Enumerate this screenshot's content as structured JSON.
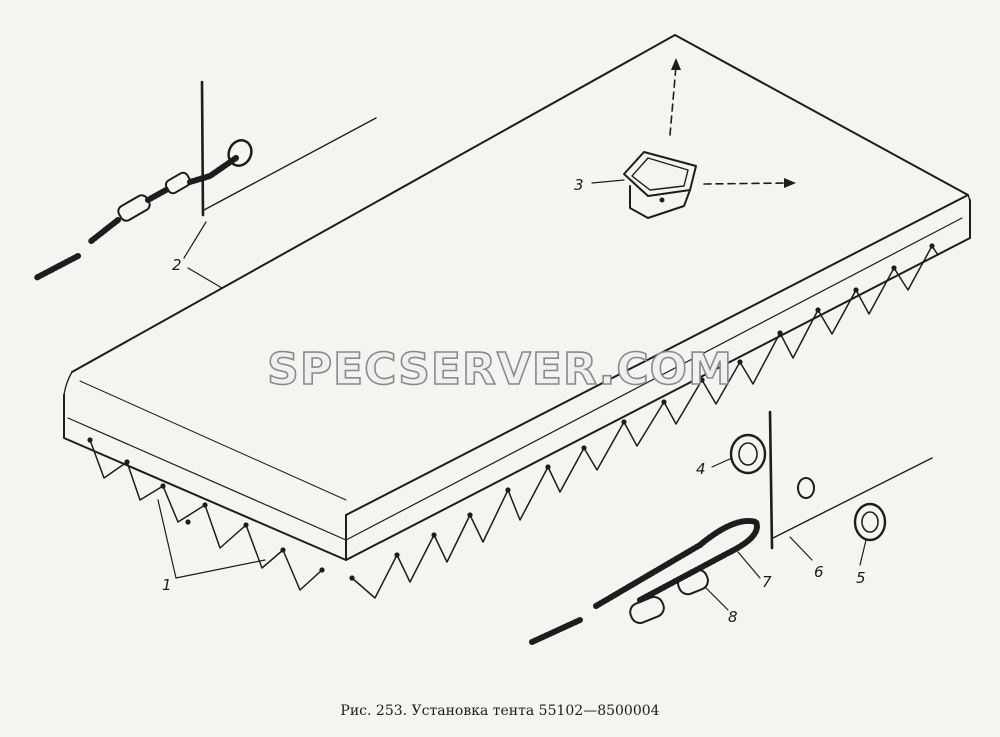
{
  "caption": "Рис. 253. Установка тента 55102—8500004",
  "watermark": "SPECSERVER.COM",
  "callouts": [
    {
      "id": "1",
      "label": "1"
    },
    {
      "id": "2",
      "label": "2"
    },
    {
      "id": "3",
      "label": "3"
    },
    {
      "id": "4",
      "label": "4"
    },
    {
      "id": "5",
      "label": "5"
    },
    {
      "id": "6",
      "label": "6"
    },
    {
      "id": "7",
      "label": "7"
    },
    {
      "id": "8",
      "label": "8"
    }
  ],
  "colors": {
    "ink": "#1d1d1d",
    "paper": "#f4f4f1",
    "watermark_stroke": "#8a8a8a"
  }
}
